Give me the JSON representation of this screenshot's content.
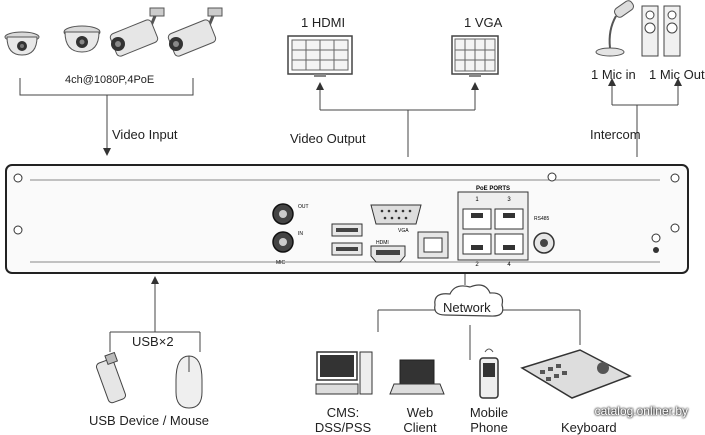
{
  "labels": {
    "camera_spec": "4ch@1080P,4PoE",
    "video_input": "Video Input",
    "hdmi": "1 HDMI",
    "vga": "1 VGA",
    "video_output": "Video Output",
    "mic_in": "1 Mic in",
    "mic_out": "1 Mic Out",
    "intercom": "Intercom",
    "usb_count": "USB×2",
    "usb_device": "USB Device / Mouse",
    "network": "Network",
    "cms": "CMS:",
    "cms_sub": "DSS/PSS",
    "web": "Web",
    "web_sub": "Client",
    "mobile": "Mobile",
    "mobile_sub": "Phone",
    "keyboard": "Keyboard",
    "watermark": "catalog.onliner.by"
  },
  "panel": {
    "poe_ports": "PoE PORTS",
    "port_1": "1",
    "port_2": "2",
    "port_3": "3",
    "port_4": "4",
    "out": "OUT",
    "in": "IN",
    "mic": "MIC",
    "vga": "VGA",
    "hdmi": "HDMI",
    "rs485": "RS485"
  }
}
